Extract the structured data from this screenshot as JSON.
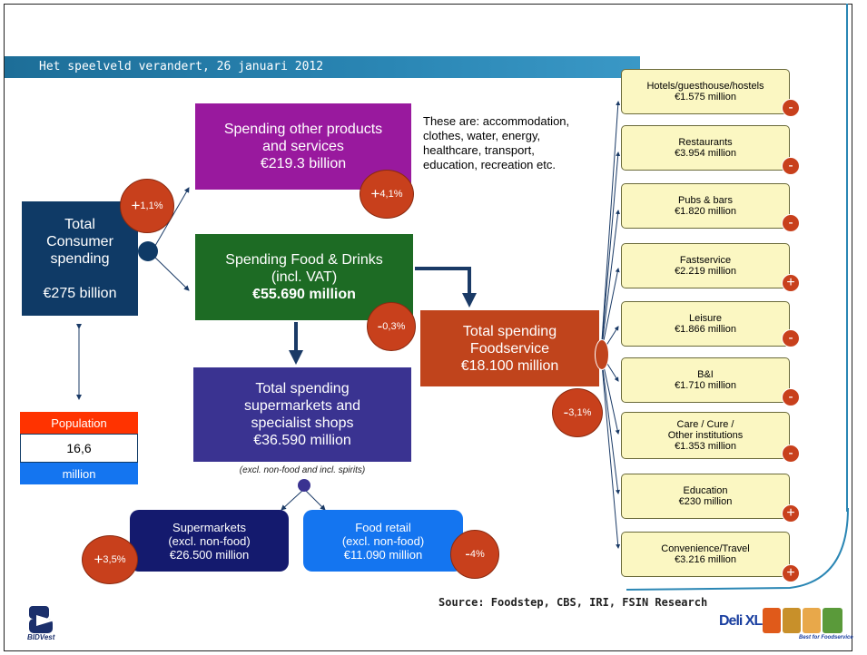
{
  "header": {
    "title": "Het speelveld verandert, 26 januari 2012"
  },
  "total": {
    "lines": [
      "Total",
      "Consumer",
      "spending",
      "",
      "€275 billion"
    ]
  },
  "other": {
    "lines": [
      "Spending other products",
      "and services",
      "€219.3 billion"
    ]
  },
  "other_note": {
    "lines": [
      "These are: accommodation,",
      "clothes, water, energy,",
      "healthcare, transport,",
      "education, recreation etc."
    ]
  },
  "food": {
    "lines": [
      "Spending Food & Drinks",
      "(incl. VAT)",
      "€55.690 million"
    ]
  },
  "foodservice": {
    "lines": [
      "Total spending",
      "Foodservice",
      "€18.100 million"
    ]
  },
  "supermarkets_total": {
    "lines": [
      "Total spending",
      "supermarkets and",
      "specialist shops",
      "€36.590 million"
    ],
    "note": "(excl. non-food and incl. spirits)"
  },
  "supermarkets": {
    "lines": [
      "Supermarkets",
      "(excl. non-food)",
      "€26.500 million"
    ]
  },
  "food_retail": {
    "lines": [
      "Food retail",
      "(excl. non-food)",
      "€11.090 million"
    ]
  },
  "population": {
    "label": "Population",
    "value": "16,6",
    "unit": "million"
  },
  "changes": {
    "total_big": "+",
    "total_small": "1,1%",
    "other_big": "+",
    "other_small": "4,1%",
    "food_big": "-",
    "food_small": "0,3%",
    "foodservice_big": "-",
    "foodservice_small": "3,1%",
    "super_big": "+",
    "super_small": "3,5%",
    "retail_big": "-",
    "retail_small": "4%"
  },
  "segments": [
    {
      "lines": [
        "Hotels/guesthouse/hostels",
        "€1.575 million"
      ],
      "sign": "-"
    },
    {
      "lines": [
        "Restaurants",
        "€3.954 million"
      ],
      "sign": "-"
    },
    {
      "lines": [
        "Pubs & bars",
        "€1.820 million"
      ],
      "sign": "-"
    },
    {
      "lines": [
        "Fastservice",
        "€2.219 million"
      ],
      "sign": "+"
    },
    {
      "lines": [
        "Leisure",
        "€1.866 million"
      ],
      "sign": "-"
    },
    {
      "lines": [
        "B&I",
        "€1.710 million"
      ],
      "sign": "-"
    },
    {
      "lines": [
        "Care / Cure /",
        "Other institutions",
        "€1.353 million"
      ],
      "sign": "-"
    },
    {
      "lines": [
        "Education",
        "€230 million"
      ],
      "sign": "+"
    },
    {
      "lines": [
        "Convenience/Travel",
        "€3.216 million"
      ],
      "sign": "+"
    }
  ],
  "source": "Source: Foodstep, CBS, IRI, FSIN Research",
  "logos": {
    "bidvest": "BIDVest",
    "deli_xl": "Deli XL",
    "deli_tag": "Best for Foodservice"
  },
  "colors": {
    "navy": "#0f3a66",
    "purple": "#99199e",
    "green": "#1d6b24",
    "brick": "#c0441c",
    "indigo": "#3a3391",
    "blue": "#1475f0",
    "badge": "#c8401c",
    "segment": "#fbf7c2"
  }
}
